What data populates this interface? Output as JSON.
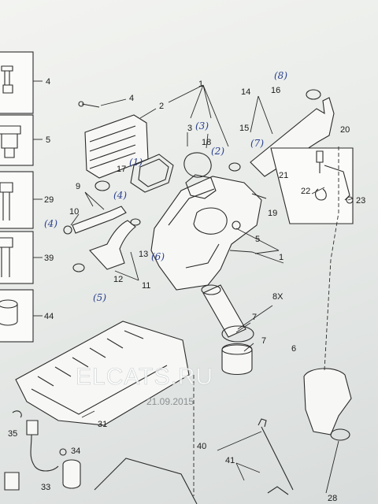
{
  "callouts": [
    "1",
    "2",
    "3",
    "4",
    "5",
    "6",
    "7",
    "8X",
    "9",
    "10",
    "11",
    "12",
    "13",
    "14",
    "15",
    "16",
    "17",
    "18",
    "19",
    "20",
    "21",
    "22",
    "23",
    "29",
    "31",
    "33",
    "34",
    "35",
    "39",
    "40",
    "41",
    "44",
    "28"
  ],
  "side_refs": [
    "4",
    "5",
    "29",
    "39",
    "44"
  ],
  "handwritten": [
    "(8)",
    "(3)",
    "(2)",
    "(7)",
    "(1)",
    "(4)",
    "(4)",
    "(6)",
    "(5)"
  ],
  "watermark": "ELCATS.RU",
  "date_stamp": "21.09.2015",
  "colors": {
    "ink": "#2b2b2b",
    "pen": "#2a3f8f",
    "paper": "#f3f4f1"
  }
}
